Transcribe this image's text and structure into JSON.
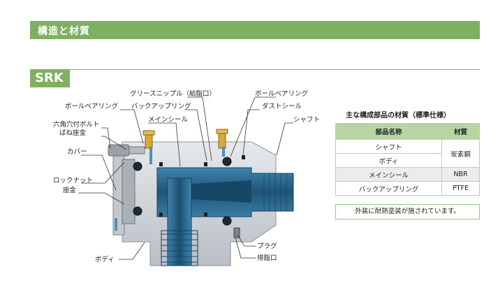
{
  "section_title": "構造と材質",
  "model": "SRK",
  "labels": {
    "grease_nipple": "グリースニップル（給脂口）",
    "ball_bearing_top_right": "ボールベアリング",
    "ball_bearing_left": "ボールベアリング",
    "backup_ring": "バックアップリング",
    "dust_seal": "ダストシール",
    "hex_bolt": "六角穴付ボルト",
    "spring_washer": "ばね座金",
    "main_seal": "メインシール",
    "shaft": "シャフト",
    "cover": "カバー",
    "lock_nut": "ロックナット",
    "washer": "座金",
    "plug": "プラグ",
    "drain": "排脂口",
    "body": "ボディ"
  },
  "materials": {
    "title": "主な構成部品の材質（標準仕様）",
    "headers": [
      "部品名称",
      "材質"
    ],
    "rows": [
      {
        "part_a": "シャフト",
        "part_b": "ボディ",
        "material": "炭素鋼"
      },
      {
        "part": "メインシール",
        "material": "NBR"
      },
      {
        "part": "バックアップリング",
        "material": "PTFE"
      }
    ]
  },
  "note": "外装に耐熱塗装が施されています。",
  "colors": {
    "accent": "#7fb061",
    "body_metal": "#d0d4d8",
    "shaft_blue": "#2d6d95",
    "grease": "#c89a2a"
  }
}
